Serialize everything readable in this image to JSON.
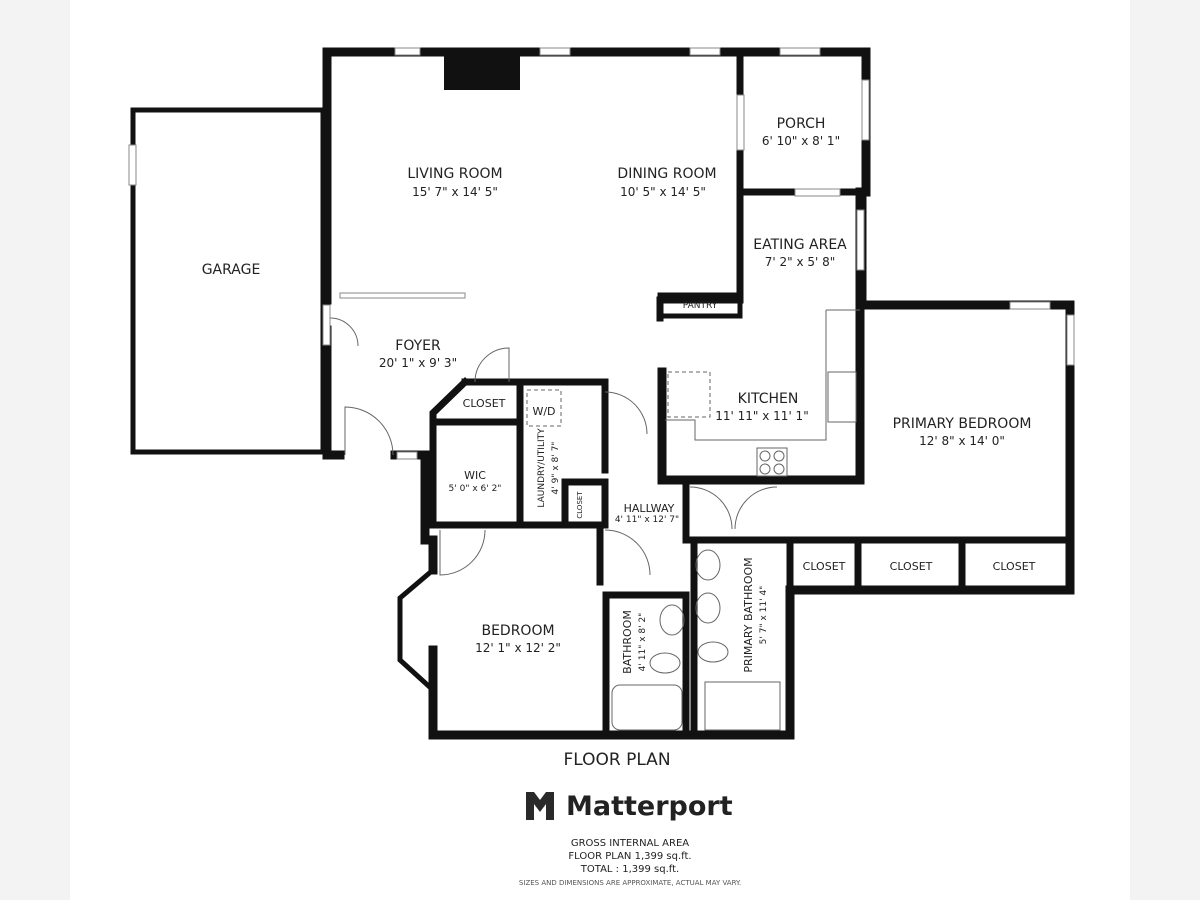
{
  "rooms": {
    "garage": {
      "name": "GARAGE"
    },
    "living": {
      "name": "LIVING ROOM",
      "dim": "15' 7\" x 14' 5\""
    },
    "dining": {
      "name": "DINING ROOM",
      "dim": "10' 5\" x 14' 5\""
    },
    "porch": {
      "name": "PORCH",
      "dim": "6' 10\" x 8' 1\""
    },
    "eating": {
      "name": "EATING AREA",
      "dim": "7' 2\" x 5' 8\""
    },
    "pantry": {
      "name": "PANTRY"
    },
    "foyer": {
      "name": "FOYER",
      "dim": "20' 1\" x 9' 3\""
    },
    "kitchen": {
      "name": "KITCHEN",
      "dim": "11' 11\" x 11' 1\""
    },
    "primary_bedroom": {
      "name": "PRIMARY BEDROOM",
      "dim": "12' 8\" x 14' 0\""
    },
    "closet1": {
      "name": "CLOSET"
    },
    "wd": {
      "name": "W/D"
    },
    "wic": {
      "name": "WIC",
      "dim": "5' 0\" x 6' 2\""
    },
    "laundry": {
      "name": "LAUNDRY/UTILITY",
      "dim": "4' 9\" x 8' 7\""
    },
    "closet2": {
      "name": "CLOSET"
    },
    "hallway": {
      "name": "HALLWAY",
      "dim": "4' 11\" x 12' 7\""
    },
    "closet3": {
      "name": "CLOSET"
    },
    "closet4": {
      "name": "CLOSET"
    },
    "closet5": {
      "name": "CLOSET"
    },
    "bedroom": {
      "name": "BEDROOM",
      "dim": "12' 1\" x 12' 2\""
    },
    "bathroom": {
      "name": "BATHROOM",
      "dim": "4' 11\" x 8' 2\""
    },
    "primary_bathroom": {
      "name": "PRIMARY BATHROOM",
      "dim": "5' 7\" x 11' 4\""
    }
  },
  "title": "FLOOR PLAN",
  "brand": "Matterport",
  "footer": {
    "line1": "GROSS INTERNAL AREA",
    "line2": "FLOOR PLAN 1,399 sq.ft.",
    "line3": "TOTAL :  1,399 sq.ft.",
    "disclaimer": "SIZES AND DIMENSIONS ARE APPROXIMATE, ACTUAL MAY VARY."
  }
}
